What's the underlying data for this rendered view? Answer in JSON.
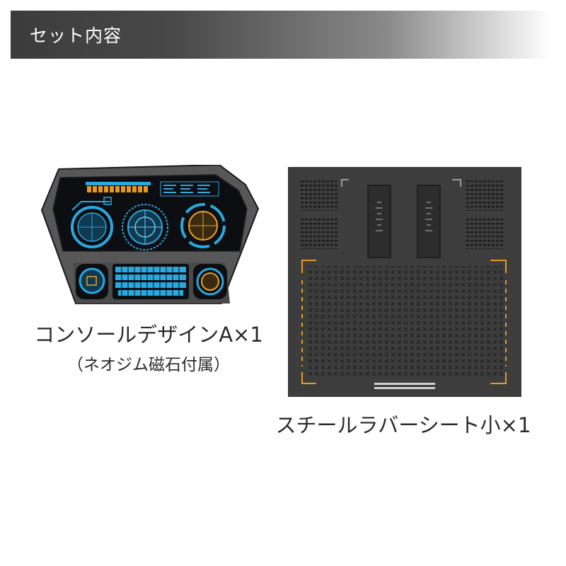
{
  "header": {
    "title": "セット内容"
  },
  "items": [
    {
      "caption": "コンソールデザインA×1",
      "subcaption": "（ネオジム磁石付属）"
    },
    {
      "caption": "スチールラバーシート小×1"
    }
  ],
  "colors": {
    "header_dark": "#3c3c3c",
    "console_body": "#555555",
    "screen_bg": "#0b0d10",
    "hud_blue": "#2aa8e0",
    "hud_orange": "#f0a020",
    "sheet_bg": "#3d3d3d",
    "sheet_marks": "#1e1e1e"
  }
}
